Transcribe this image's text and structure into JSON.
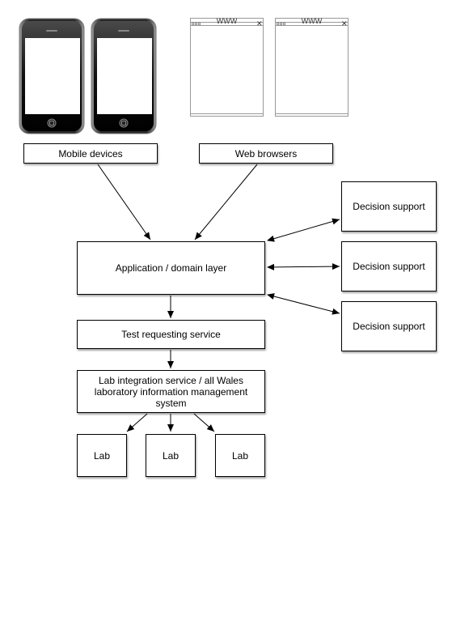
{
  "devices": {
    "browser_url_label": "WWW"
  },
  "nodes": {
    "mobile_devices": "Mobile devices",
    "web_browsers": "Web browsers",
    "application_domain_layer": "Application / domain layer",
    "test_requesting_service": "Test requesting service",
    "lab_integration_service": "Lab integration service / all Wales laboratory information management system",
    "decision_support": [
      "Decision support",
      "Decision support",
      "Decision support"
    ],
    "labs": [
      "Lab",
      "Lab",
      "Lab"
    ]
  }
}
